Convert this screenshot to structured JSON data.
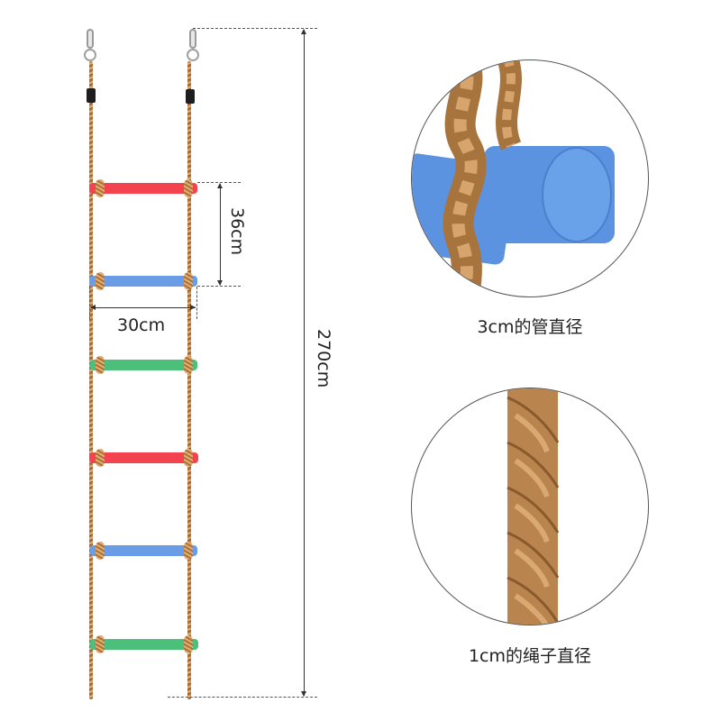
{
  "ladder": {
    "rungs": [
      {
        "color": "#f2434f",
        "name": "red"
      },
      {
        "color": "#6b9ce6",
        "name": "blue"
      },
      {
        "color": "#4cc07a",
        "name": "green"
      },
      {
        "color": "#f2434f",
        "name": "red"
      },
      {
        "color": "#6b9ce6",
        "name": "blue"
      },
      {
        "color": "#4cc07a",
        "name": "green"
      }
    ],
    "rope_color": "#c08a52",
    "hook_icon": "carabiner-hook-icon"
  },
  "dimensions": {
    "rung_spacing": "36cm",
    "rung_width": "30cm",
    "total_length": "270cm"
  },
  "details": [
    {
      "caption": "3cm的管直径",
      "image": "rung-tube-closeup",
      "tube_color": "#5b93e0"
    },
    {
      "caption": "1cm的绳子直径",
      "image": "rope-closeup",
      "rope_color": "#b9844e"
    }
  ]
}
